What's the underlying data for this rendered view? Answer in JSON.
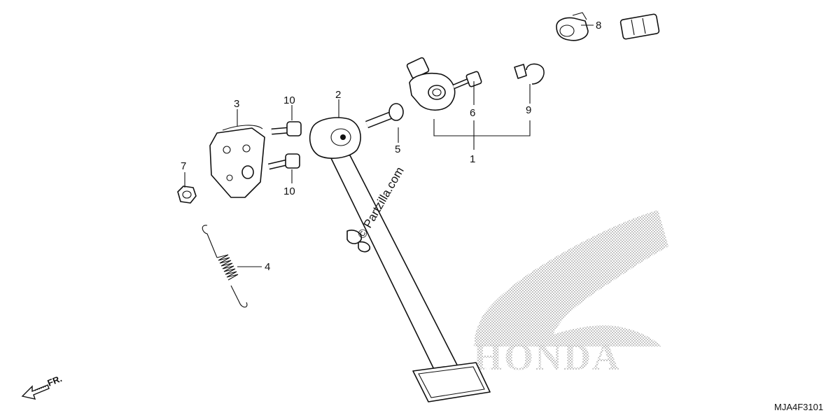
{
  "diagram": {
    "callouts": [
      {
        "id": "c1",
        "text": "1"
      },
      {
        "id": "c2",
        "text": "2"
      },
      {
        "id": "c3",
        "text": "3"
      },
      {
        "id": "c4",
        "text": "4"
      },
      {
        "id": "c5",
        "text": "5"
      },
      {
        "id": "c6",
        "text": "6"
      },
      {
        "id": "c7",
        "text": "7"
      },
      {
        "id": "c8",
        "text": "8"
      },
      {
        "id": "c9",
        "text": "9"
      },
      {
        "id": "c10a",
        "text": "10"
      },
      {
        "id": "c10b",
        "text": "10"
      }
    ],
    "watermark": "© Partzilla.com",
    "direction_label": "FR.",
    "drawing_code": "MJA4F3101",
    "brand_text": "HONDA",
    "colors": {
      "ink": "#111111",
      "background": "#ffffff",
      "brand_dots": "#9a9a9a"
    },
    "icons": [
      "front-direction-arrow-icon",
      "honda-wing-logo-icon"
    ]
  }
}
